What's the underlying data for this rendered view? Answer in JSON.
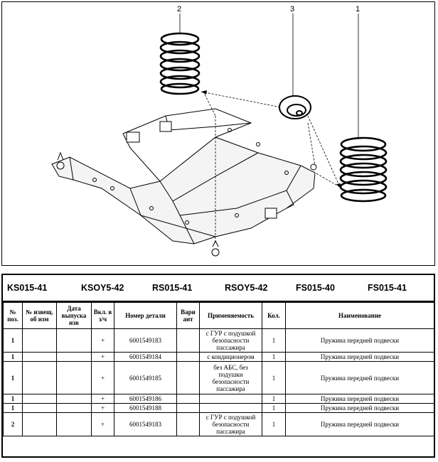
{
  "figure": {
    "callouts": [
      "2",
      "3",
      "1"
    ]
  },
  "codes": [
    "KS015-41",
    "KSOY5-42",
    "RS015-41",
    "RSOY5-42",
    "FS015-40",
    "FS015-41"
  ],
  "table": {
    "headers": {
      "pos": "№ поз.",
      "notice": "№ извещ. об изм",
      "date": "Дата выпуска изв",
      "incl": "Вкл. в з/ч",
      "part_number": "Номер детали",
      "variant": "Вари ант",
      "applicability": "Применяемость",
      "qty": "Кол.",
      "name": "Наименование"
    },
    "rows": [
      {
        "pos": "1",
        "notice": "",
        "date": "",
        "incl": "+",
        "part_number": "6001549183",
        "variant": "",
        "applicability": "с ГУР с подушкой безопасности пассажира",
        "qty": "1",
        "name": "Пружина передней подвески"
      },
      {
        "pos": "1",
        "notice": "",
        "date": "",
        "incl": "+",
        "part_number": "6001549184",
        "variant": "",
        "applicability": "с кондиционером",
        "qty": "1",
        "name": "Пружина передней подвески"
      },
      {
        "pos": "1",
        "notice": "",
        "date": "",
        "incl": "+",
        "part_number": "6001549185",
        "variant": "",
        "applicability": "без АБС, без подушки безопасности пассажира",
        "qty": "1",
        "name": "Пружина передней подвески"
      },
      {
        "pos": "1",
        "notice": "",
        "date": "",
        "incl": "+",
        "part_number": "6001549186",
        "variant": "",
        "applicability": "",
        "qty": "1",
        "name": "Пружина передней подвески"
      },
      {
        "pos": "1",
        "notice": "",
        "date": "",
        "incl": "+",
        "part_number": "6001549188",
        "variant": "",
        "applicability": "",
        "qty": "1",
        "name": "Пружина передней подвески"
      },
      {
        "pos": "2",
        "notice": "",
        "date": "",
        "incl": "+",
        "part_number": "6001549183",
        "variant": "",
        "applicability": "с ГУР с подушкой безопасности пассажира",
        "qty": "1",
        "name": "Пружина передней подвески"
      }
    ]
  }
}
